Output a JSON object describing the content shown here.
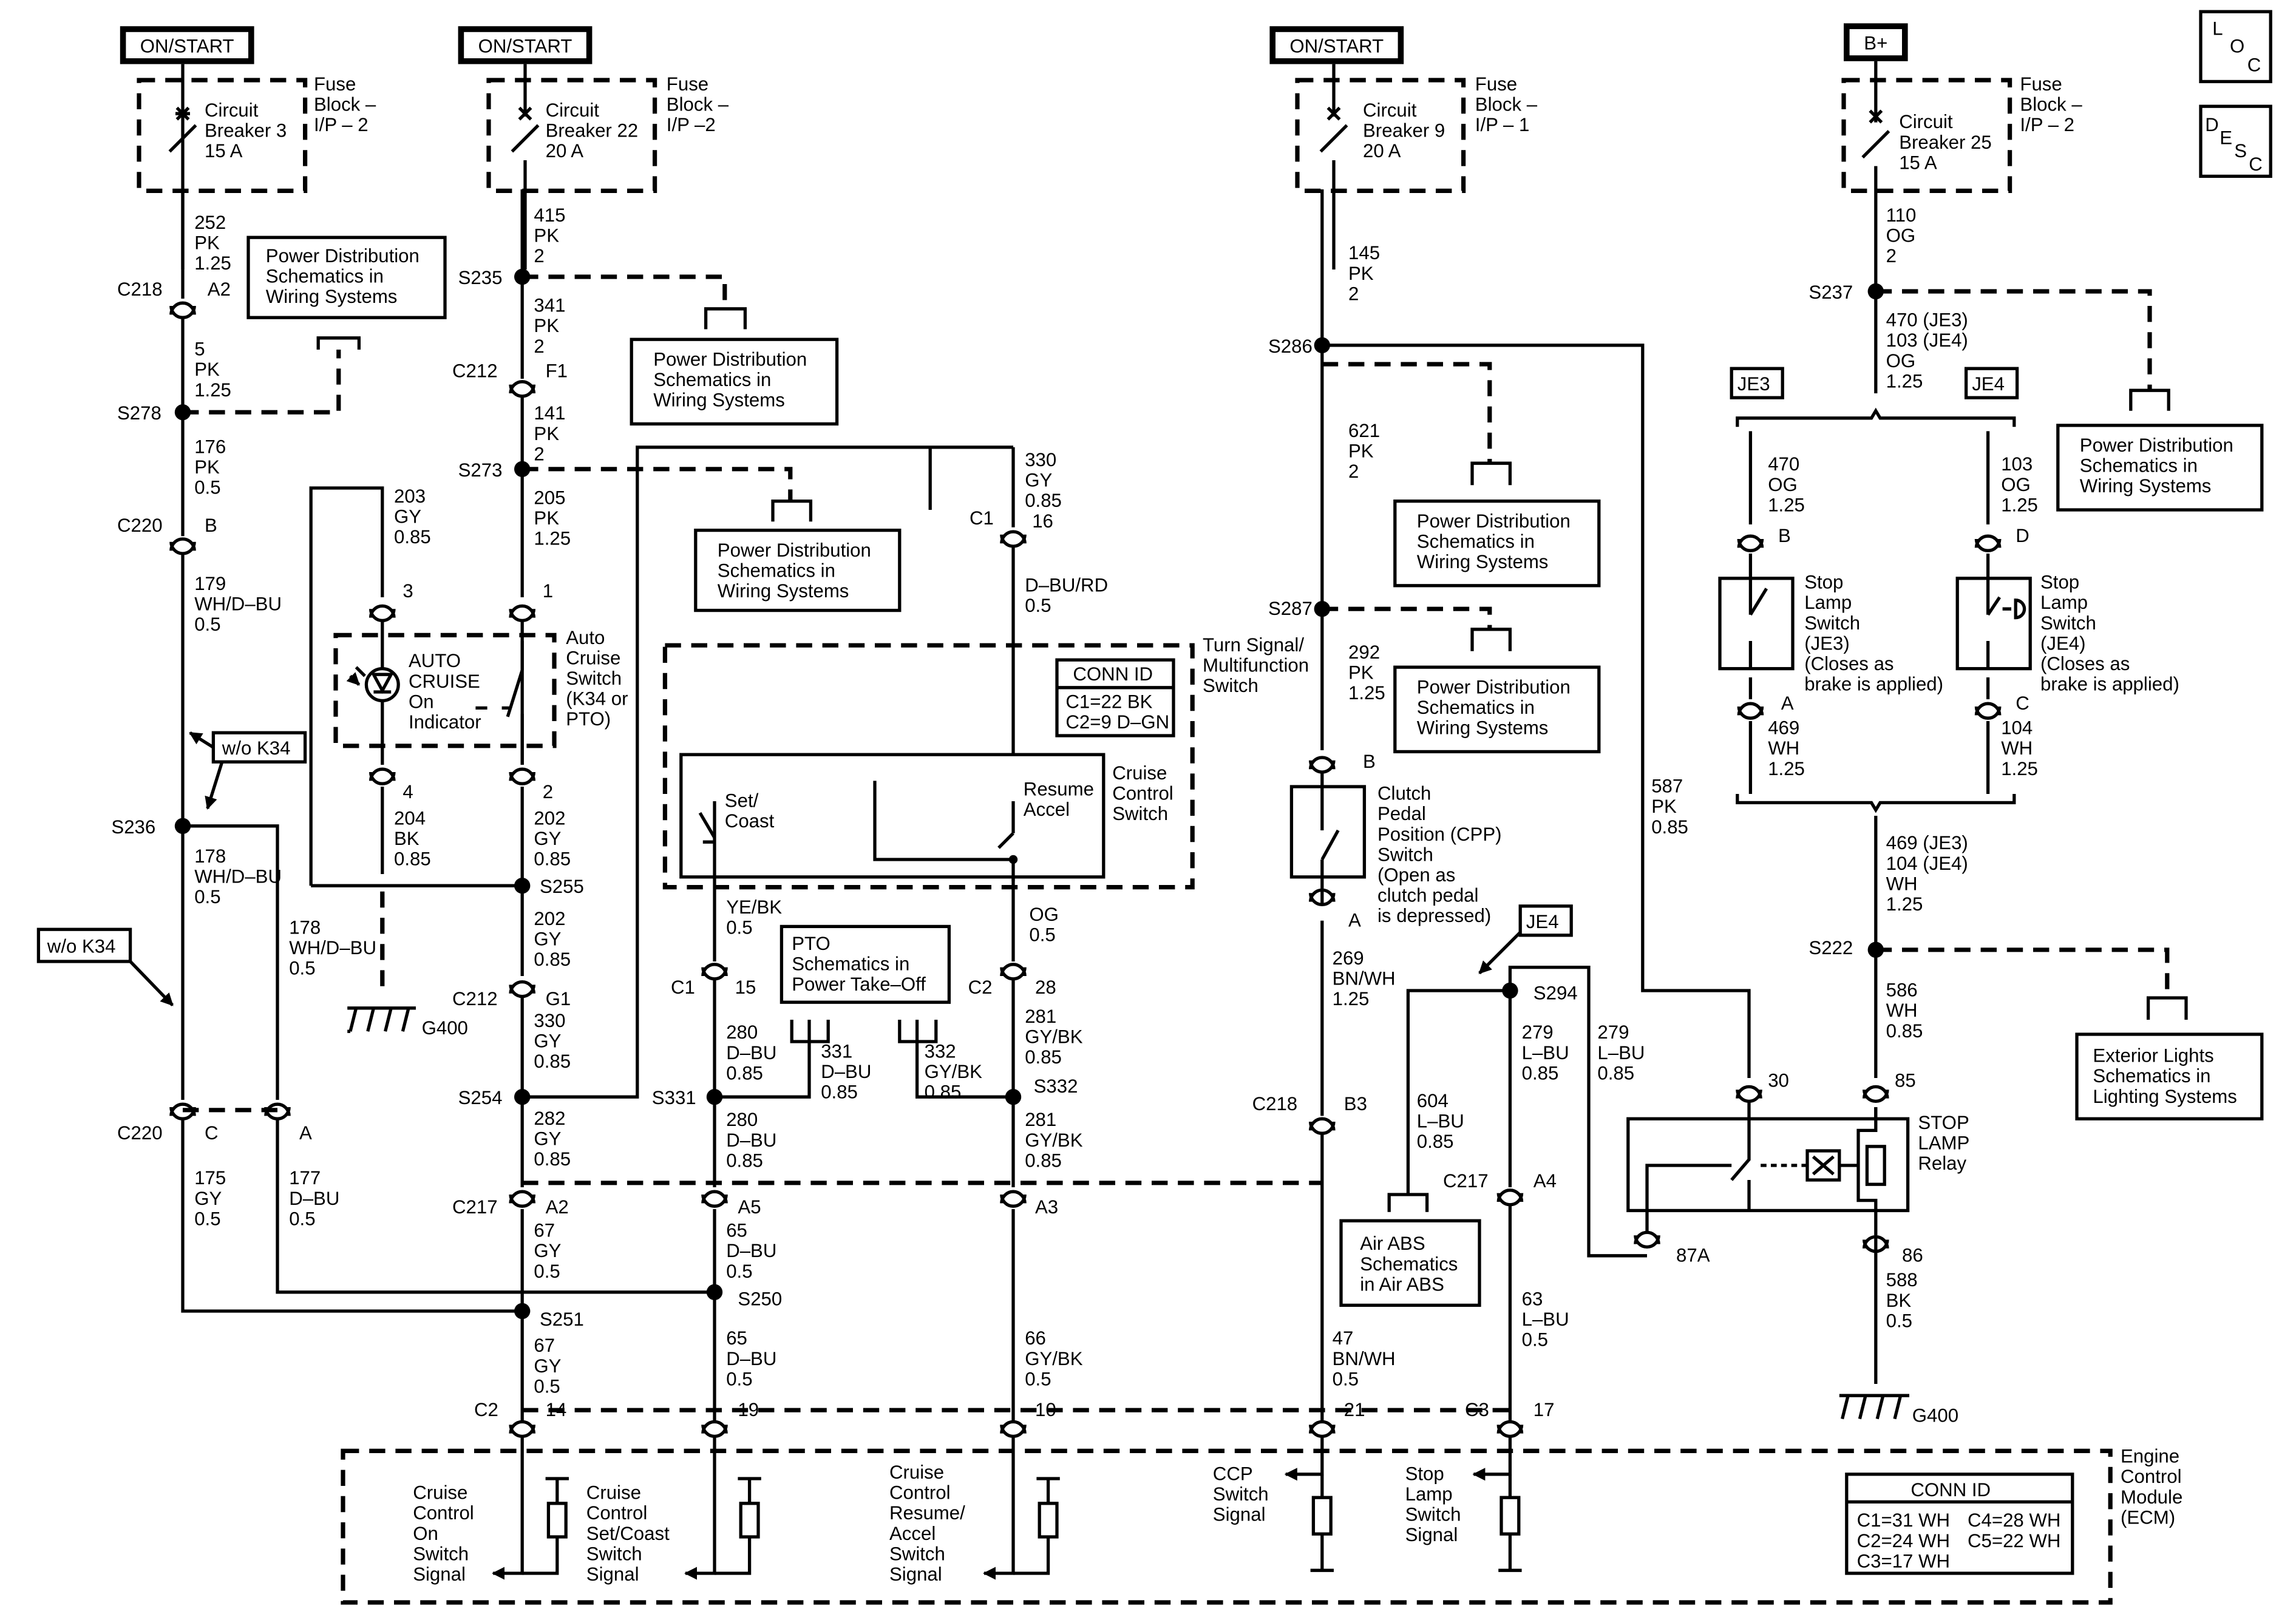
{
  "power_sources": {
    "on_start_1": "ON/START",
    "on_start_2": "ON/START",
    "on_start_3": "ON/START",
    "b_plus": "B+"
  },
  "nav_buttons": {
    "loc": [
      "L",
      "O",
      "C"
    ],
    "desc": [
      "D",
      "E",
      "S",
      "C"
    ]
  },
  "fuses": {
    "cb3": [
      "Circuit",
      "Breaker 3",
      "15 A"
    ],
    "cb22": [
      "Circuit",
      "Breaker 22",
      "20 A"
    ],
    "cb9": [
      "Circuit",
      "Breaker 9",
      "20 A"
    ],
    "cb25": [
      "Circuit",
      "Breaker 25",
      "15 A"
    ],
    "fb_ip2_a": [
      "Fuse",
      "Block –",
      "I/P – 2"
    ],
    "fb_ip2_b": [
      "Fuse",
      "Block –",
      "I/P –2"
    ],
    "fb_ip1": [
      "Fuse",
      "Block –",
      "I/P – 1"
    ],
    "fb_ip2_c": [
      "Fuse",
      "Block –",
      "I/P – 2"
    ]
  },
  "references": {
    "pds_1": [
      "Power Distribution",
      "Schematics in",
      "Wiring Systems"
    ],
    "pds_2": [
      "Power Distribution",
      "Schematics in",
      "Wiring Systems"
    ],
    "pds_3": [
      "Power Distribution",
      "Schematics in",
      "Wiring Systems"
    ],
    "pds_4": [
      "Power Distribution",
      "Schematics in",
      "Wiring Systems"
    ],
    "pds_5": [
      "Power Distribution",
      "Schematics in",
      "Wiring Systems"
    ],
    "pds_6": [
      "Power Distribution",
      "Schematics in",
      "Wiring Systems"
    ],
    "pto": [
      "PTO",
      "Schematics in",
      "Power Take–Off"
    ],
    "air_abs": [
      "Air ABS",
      "Schematics",
      "in Air ABS"
    ],
    "ext_lights": [
      "Exterior Lights",
      "Schematics in",
      "Lighting Systems"
    ]
  },
  "options": {
    "wo_k34_1": "w/o K34",
    "wo_k34_2": "w/o K34",
    "je3_a": "JE3",
    "je4_a": "JE4",
    "je4_b": "JE4"
  },
  "wires": {
    "w252": [
      "252",
      "PK",
      "1.25"
    ],
    "w5": [
      "5",
      "PK",
      "1.25"
    ],
    "w176": [
      "176",
      "PK",
      "0.5"
    ],
    "w179": [
      "179",
      "WH/D–BU",
      "0.5"
    ],
    "w178a": [
      "178",
      "WH/D–BU",
      "0.5"
    ],
    "w178b": [
      "178",
      "WH/D–BU",
      "0.5"
    ],
    "w175": [
      "175",
      "GY",
      "0.5"
    ],
    "w177": [
      "177",
      "D–BU",
      "0.5"
    ],
    "w203": [
      "203",
      "GY",
      "0.85"
    ],
    "w204": [
      "204",
      "BK",
      "0.85"
    ],
    "w415": [
      "415",
      "PK",
      "2"
    ],
    "w341": [
      "341",
      "PK",
      "2"
    ],
    "w141": [
      "141",
      "PK",
      "2"
    ],
    "w205": [
      "205",
      "PK",
      "1.25"
    ],
    "w202a": [
      "202",
      "GY",
      "0.85"
    ],
    "w202b": [
      "202",
      "GY",
      "0.85"
    ],
    "w330a": [
      "330",
      "GY",
      "0.85"
    ],
    "w282": [
      "282",
      "GY",
      "0.85"
    ],
    "w67a": [
      "67",
      "GY",
      "0.5"
    ],
    "w67b": [
      "67",
      "GY",
      "0.5"
    ],
    "w330b": [
      "330",
      "GY",
      "0.85",
      "16"
    ],
    "w_dbu_rd": [
      "D–BU/RD",
      "0.5"
    ],
    "w_ye_bk": [
      "YE/BK",
      "0.5"
    ],
    "w_og": [
      "OG",
      "0.5"
    ],
    "w280a": [
      "280",
      "D–BU",
      "0.85"
    ],
    "w331": [
      "331",
      "D–BU",
      "0.85"
    ],
    "w332": [
      "332",
      "GY/BK",
      "0.85"
    ],
    "w281a": [
      "281",
      "GY/BK",
      "0.85"
    ],
    "w280b": [
      "280",
      "D–BU",
      "0.85"
    ],
    "w281b": [
      "281",
      "GY/BK",
      "0.85"
    ],
    "w65a": [
      "65",
      "D–BU",
      "0.5"
    ],
    "w65b": [
      "65",
      "D–BU",
      "0.5"
    ],
    "w66": [
      "66",
      "GY/BK",
      "0.5"
    ],
    "w145": [
      "145",
      "PK",
      "2"
    ],
    "w621": [
      "621",
      "PK",
      "2"
    ],
    "w292": [
      "292",
      "PK",
      "1.25"
    ],
    "w269": [
      "269",
      "BN/WH",
      "1.25"
    ],
    "w47": [
      "47",
      "BN/WH",
      "0.5"
    ],
    "w604": [
      "604",
      "L–BU",
      "0.85"
    ],
    "w279a": [
      "279",
      "L–BU",
      "0.85"
    ],
    "w279b": [
      "279",
      "L–BU",
      "0.85"
    ],
    "w63": [
      "63",
      "L–BU",
      "0.5"
    ],
    "w587": [
      "587",
      "PK",
      "0.85"
    ],
    "w110": [
      "110",
      "OG",
      "2"
    ],
    "w470_103": [
      "470 (JE3)",
      "103 (JE4)",
      "OG",
      "1.25"
    ],
    "w470": [
      "470",
      "OG",
      "1.25"
    ],
    "w103": [
      "103",
      "OG",
      "1.25"
    ],
    "w469": [
      "469",
      "WH",
      "1.25"
    ],
    "w104": [
      "104",
      "WH",
      "1.25"
    ],
    "w469_104": [
      "469 (JE3)",
      "104 (JE4)",
      "WH",
      "1.25"
    ],
    "w586": [
      "586",
      "WH",
      "0.85"
    ],
    "w588": [
      "588",
      "BK",
      "0.5"
    ]
  },
  "splices": {
    "s235": "S235",
    "s278": "S278",
    "s273": "S273",
    "s236": "S236",
    "s255": "S255",
    "s254": "S254",
    "s251": "S251",
    "s250": "S250",
    "s331": "S331",
    "s332": "S332",
    "s286": "S286",
    "s287": "S287",
    "s294": "S294",
    "s237": "S237",
    "s222": "S222"
  },
  "connectors": {
    "c218_a2": [
      "C218",
      "A2"
    ],
    "c212_f1": [
      "C212",
      "F1"
    ],
    "c220_b": [
      "C220",
      "B"
    ],
    "c220_c": [
      "C220",
      "C"
    ],
    "c220_a": "A",
    "c212_g1": [
      "C212",
      "G1"
    ],
    "c217_a2": [
      "C217",
      "A2"
    ],
    "c217_a5": "A5",
    "c217_a3": "A3",
    "c1_16": "C1",
    "c1_15": [
      "C1",
      "15"
    ],
    "c2_28": [
      "C2",
      "28"
    ],
    "c2_14": [
      "C2",
      "14"
    ],
    "c2_19": "19",
    "c2_10": "10",
    "c218_b3": [
      "C218",
      "B3"
    ],
    "c217_a4": [
      "C217",
      "A4"
    ],
    "c3_21": "21",
    "c3_17": [
      "C3",
      "17"
    ],
    "pin_3": "3",
    "pin_1": "1",
    "pin_4": "4",
    "pin_2": "2",
    "cpp_b": "B",
    "cpp_a": "A",
    "sls_b": "B",
    "sls_a": "A",
    "sls_d": "D",
    "sls_c": "C",
    "relay_30": "30",
    "relay_85": "85",
    "relay_86": "86",
    "relay_87a": "87A"
  },
  "grounds": {
    "g400_a": "G400",
    "g400_b": "G400"
  },
  "components": {
    "auto_cruise": [
      "AUTO",
      "CRUISE",
      "On",
      "Indicator"
    ],
    "cruise_switch": [
      "Auto",
      "Cruise",
      "Switch",
      "(K34 or",
      "PTO)"
    ],
    "turn_signal": [
      "Turn Signal/",
      "Multifunction",
      "Switch"
    ],
    "conn_id_1": [
      "CONN ID",
      "C1=22 BK",
      "C2=9 D–GN"
    ],
    "cruise_ctrl_switch": [
      "Cruise",
      "Control",
      "Switch"
    ],
    "set_coast": [
      "Set/",
      "Coast"
    ],
    "resume_accel": [
      "Resume",
      "Accel"
    ],
    "cpp": [
      "Clutch",
      "Pedal",
      "Position (CPP)",
      "Switch",
      "(Open as",
      "clutch pedal",
      "is depressed)"
    ],
    "stop_lamp_je3": [
      "Stop",
      "Lamp",
      "Switch",
      "(JE3)",
      "(Closes as",
      "brake is applied)"
    ],
    "stop_lamp_je4": [
      "Stop",
      "Lamp",
      "Switch",
      "(JE4)",
      "(Closes as",
      "brake is applied)"
    ],
    "stop_lamp_relay": [
      "STOP",
      "LAMP",
      "Relay"
    ],
    "ecm": [
      "Engine",
      "Control",
      "Module",
      "(ECM)"
    ],
    "conn_id_2": [
      "CONN ID",
      "C1=31 WH",
      "C2=24 WH",
      "C3=17 WH",
      "C4=28 WH",
      "C5=22 WH"
    ],
    "sig_on": [
      "Cruise",
      "Control",
      "On",
      "Switch",
      "Signal"
    ],
    "sig_set": [
      "Cruise",
      "Control",
      "Set/Coast",
      "Switch",
      "Signal"
    ],
    "sig_resume": [
      "Cruise",
      "Control",
      "Resume/",
      "Accel",
      "Switch",
      "Signal"
    ],
    "sig_ccp": [
      "CCP",
      "Switch",
      "Signal"
    ],
    "sig_stop": [
      "Stop",
      "Lamp",
      "Switch",
      "Signal"
    ]
  }
}
